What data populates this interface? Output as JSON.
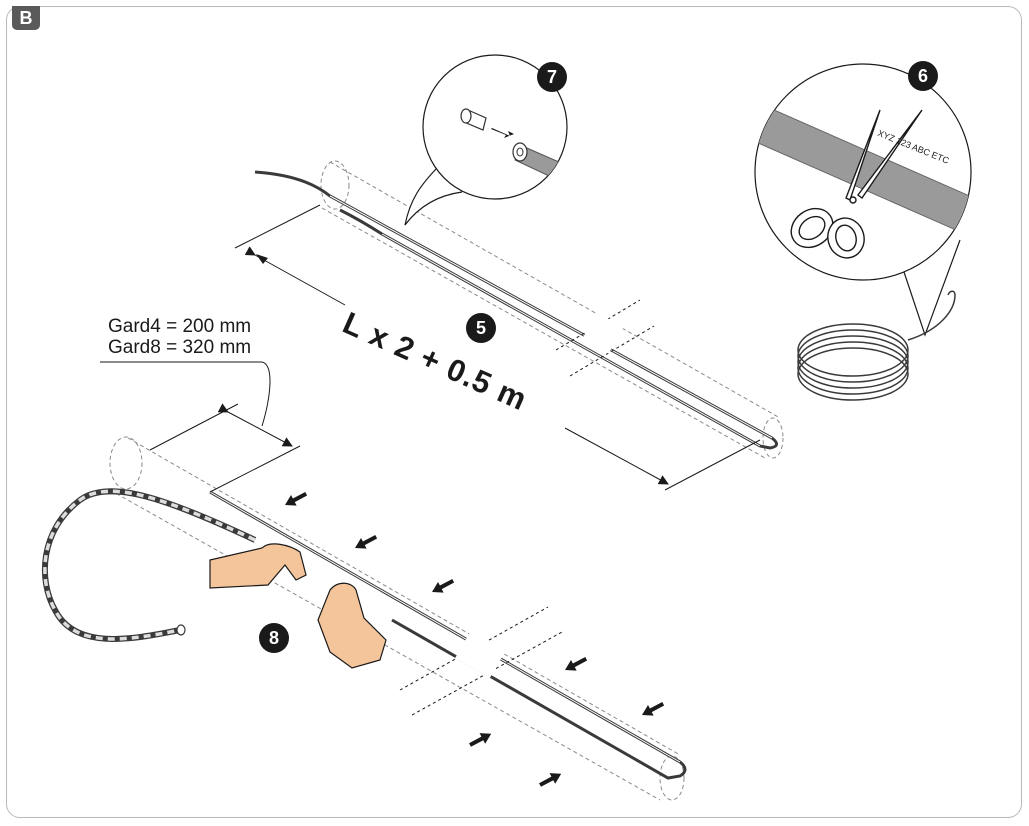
{
  "panel": {
    "badge": "B"
  },
  "callouts": {
    "step5": "5",
    "step6": "6",
    "step7": "7",
    "step8": "8"
  },
  "dimension": {
    "length_formula": "L x 2 + 0.5 m"
  },
  "gard_labels": {
    "gard4": "Gard4 = 200 mm",
    "gard8": "Gard8 = 320 mm"
  },
  "cable_marking": "XYZ 123 ABC ETC",
  "colors": {
    "badge": "#5a5a5a",
    "skin": "#f4c49a",
    "line": "#1a1a1a",
    "frame": "#b9b9b9"
  },
  "icons": [
    "scissors-icon",
    "cable-coil",
    "hands-illustration",
    "push-arrow-icon"
  ]
}
